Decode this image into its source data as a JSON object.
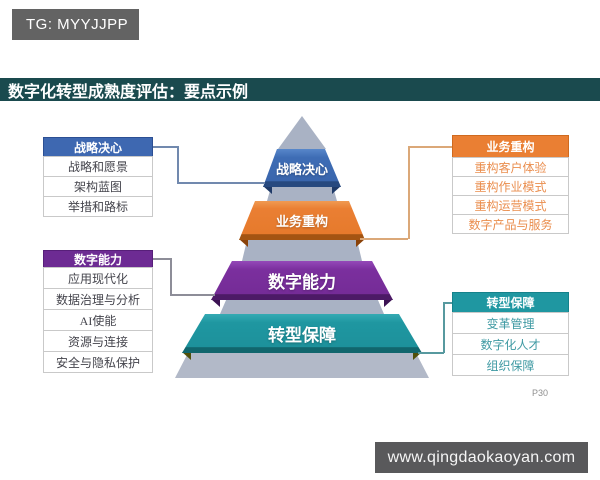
{
  "watermarks": {
    "top": "TG: MYYJJPP",
    "bottom": "www.qingdaokaoyan.com"
  },
  "title": "数字化转型成熟度评估：要点示例",
  "page_number": "P30",
  "pyramid": {
    "levels": [
      {
        "label": "战略决心",
        "color": "#3e6db5"
      },
      {
        "label": "业务重构",
        "color": "#ea7f33"
      },
      {
        "label": "数字能力",
        "color": "#7b2f9e"
      },
      {
        "label": "转型保障",
        "color": "#1f97a1"
      }
    ],
    "gray_color": "#a9b2c4"
  },
  "panels": {
    "left_top": {
      "title": "战略决心",
      "color": "#3e68b1",
      "items": [
        "战略和愿景",
        "架构蓝图",
        "举措和路标"
      ]
    },
    "left_bottom": {
      "title": "数字能力",
      "color": "#6d2b93",
      "items": [
        "应用现代化",
        "数据治理与分析",
        "AI使能",
        "资源与连接",
        "安全与隐私保护"
      ]
    },
    "right_top": {
      "title": "业务重构",
      "color": "#ea7f33",
      "items": [
        "重构客户体验",
        "重构作业模式",
        "重构运营模式",
        "数字产品与服务"
      ]
    },
    "right_bottom": {
      "title": "转型保障",
      "color": "#1f97a1",
      "items": [
        "变革管理",
        "数字化人才",
        "组织保障"
      ]
    }
  },
  "colors": {
    "title_bar_bg": "#1a4a4e",
    "top_watermark_bg": "#636363",
    "bottom_watermark_bg": "#59595b"
  }
}
